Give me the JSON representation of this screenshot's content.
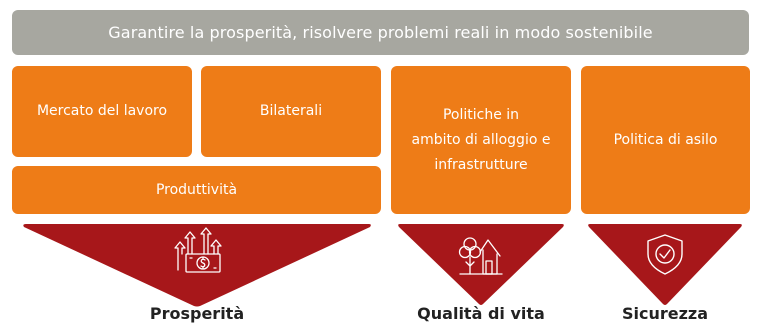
{
  "banner": "Garantire la prosperità, risolvere problemi reali in modo sostenibile",
  "boxes": {
    "labor_market": "Mercato del lavoro",
    "bilateral": "Bilaterali",
    "productivity": "Produttività",
    "housing": "Politiche in\nambito di alloggio e\ninfrastrutture",
    "asylum": "Politica di asilo"
  },
  "pillars": {
    "prosperity": "Prosperità",
    "quality_of_life": "Qualità di vita",
    "security": "Sicurezza"
  },
  "colors": {
    "banner": "#a7a7a0",
    "box": "#ee7c17",
    "triangle": "#a7171a"
  },
  "icons": [
    "growth-money-icon",
    "house-tree-icon",
    "shield-check-icon"
  ]
}
